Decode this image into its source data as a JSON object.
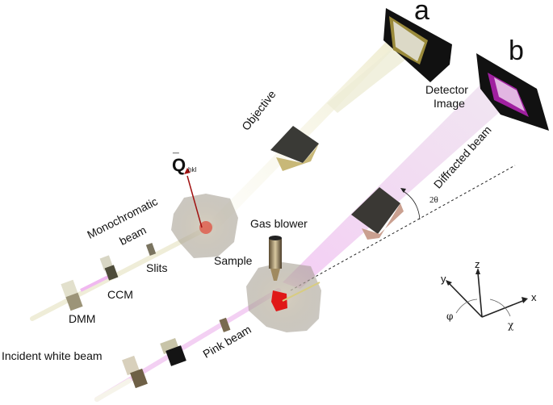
{
  "panels": {
    "a": "a",
    "b": "b"
  },
  "labels": {
    "detector_line1": "Detector",
    "detector_line2": "Image",
    "objective": "Objective",
    "q_symbol": "Q",
    "q_sub": "hkl",
    "monochromatic_line1": "Monochromatic",
    "monochromatic_line2": "beam",
    "slits": "Slits",
    "ccm": "CCM",
    "dmm": "DMM",
    "gas_blower": "Gas blower",
    "sample": "Sample",
    "diffracted_beam": "Diffracted beam",
    "two_theta": "2θ",
    "incident_white_beam": "Incident white beam",
    "pink_beam": "Pink beam"
  },
  "axes": {
    "x": "x",
    "y": "y",
    "z": "z",
    "phi": "φ",
    "chi": "χ"
  },
  "colors": {
    "mono_beam": "#f3f1dc",
    "pink_beam": "#f0c8f0",
    "detector_a_frame": "#9a8a3a",
    "detector_b_frame": "#a020a0",
    "q_vector": "#a01010",
    "sample_crystal": "#e01818"
  }
}
